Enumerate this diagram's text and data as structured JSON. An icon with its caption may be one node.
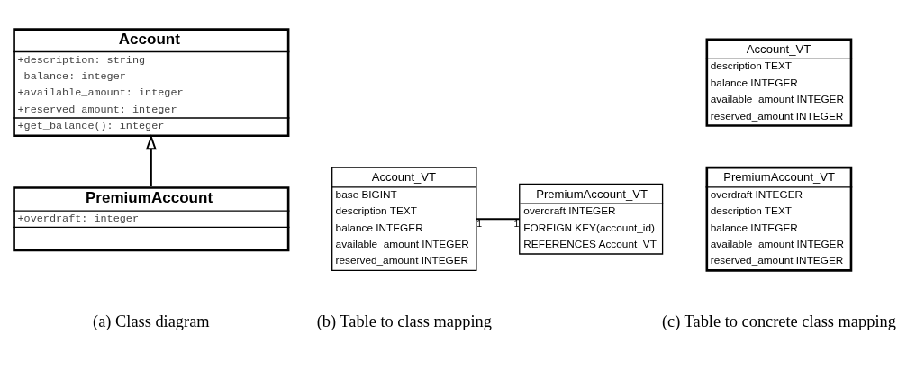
{
  "diagram": {
    "nodes": [
      {
        "text": [
          "Account",
          "+description: string",
          "-balance: integer",
          "+available_amount: integer",
          "+reserved_amount: integer",
          "+get_balance(): integer"
        ]
      },
      {
        "text": [
          "PremiumAccount",
          "+overdraft: integer"
        ]
      },
      {
        "text": [
          "Account_VT",
          "base BIGINT",
          "description TEXT",
          "balance INTEGER",
          "available_amount INTEGER",
          "reserved_amount INTEGER"
        ]
      },
      {
        "text": [
          "PremiumAccount_VT",
          "overdraft INTEGER",
          "FOREIGN KEY(account_id)",
          "REFERENCES Account_VT"
        ]
      },
      {
        "text": [
          "Account_VT",
          "description TEXT",
          "balance INTEGER",
          "available_amount INTEGER",
          "reserved_amount INTEGER"
        ]
      },
      {
        "text": [
          "PremiumAccount_VT",
          "overdraft INTEGER",
          "description TEXT",
          "balance INTEGER",
          "available_amount INTEGER",
          "reserved_amount INTEGER"
        ]
      }
    ],
    "edges": [
      {
        "from": 1,
        "to": 0,
        "arrow": "to"
      },
      {
        "from": 2,
        "to": 3,
        "arrow": "none"
      }
    ],
    "labels": [
      "1",
      "1",
      "(a) Class diagram",
      "(b) Table to class mapping",
      "(c) Table to concrete class mapping"
    ]
  }
}
